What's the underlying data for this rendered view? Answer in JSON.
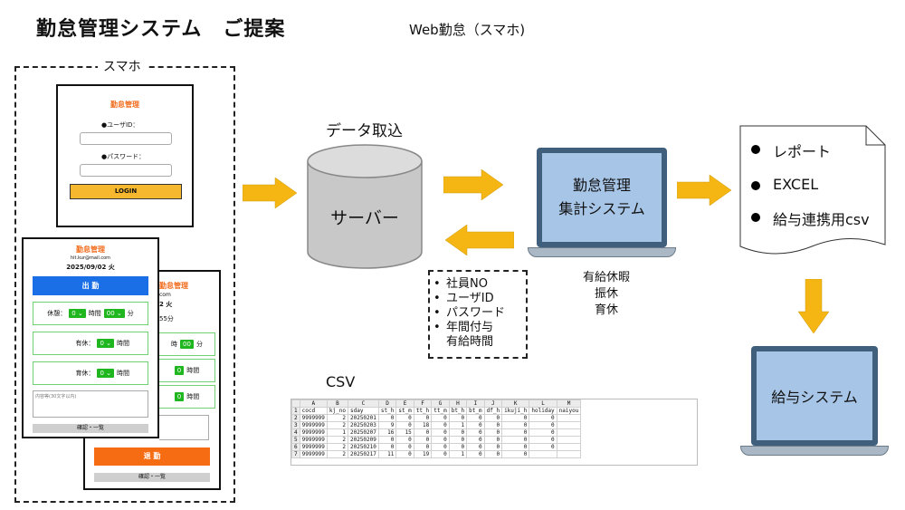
{
  "header": {
    "title": "勤怠管理システム　ご提案",
    "subtitle": "Web勤怠（スマホ)"
  },
  "smartphone": {
    "label": "スマホ",
    "login": {
      "app_title": "勤怠管理",
      "user_id_label": "●ユーザID：",
      "password_label": "●パスワード：",
      "login_button": "LOGIN"
    },
    "attendance": {
      "app_title": "勤怠管理",
      "email": "hit.kur@mail.com",
      "date": "2025/09/02 火",
      "clock_in": "出 勤",
      "break_label": "休憩：",
      "hour_value": "0",
      "hour_unit": "時間",
      "minute_value": "00",
      "minute_unit": "分",
      "paid_leave_label": "有休：",
      "childcare_leave_label": "育休：",
      "notes_placeholder": "内容等(30文字以内)",
      "confirm_button": "確認・一覧"
    },
    "back": {
      "app_title": "勤怠管理",
      "email_frag": "com",
      "date_frag": "2 火",
      "minute_frag": "55分",
      "value": "0",
      "hour_unit": "時",
      "hour_unit2": "時間",
      "minute_value": "00",
      "minute_unit": "分",
      "clock_out": "退 勤",
      "confirm_button": "確認・一覧"
    }
  },
  "server": {
    "caption": "データ取込",
    "label": "サーバー"
  },
  "import_items": [
    "社員NO",
    "ユーザID",
    "パスワード",
    "年間付与\n有給時間"
  ],
  "system": {
    "label": "勤怠管理\n集計システム",
    "notes": [
      "有給休暇",
      "振休",
      "育休"
    ]
  },
  "outputs": [
    "レポート",
    "EXCEL",
    "給与連携用csv"
  ],
  "payroll": {
    "label": "給与システム"
  },
  "csv": {
    "label": "CSV",
    "columns": [
      "A",
      "B",
      "C",
      "D",
      "E",
      "F",
      "G",
      "H",
      "I",
      "J",
      "K",
      "L",
      "M"
    ],
    "header_row": [
      "cocd",
      "kj_no",
      "sday",
      "st_h",
      "st_m",
      "tt_h",
      "tt_m",
      "bt_h",
      "bt_m",
      "df_h",
      "ikuji_h",
      "holiday",
      "naiyou"
    ],
    "rows": [
      [
        "9999999",
        "2",
        "20250201",
        "0",
        "0",
        "0",
        "0",
        "0",
        "0",
        "0",
        "0",
        "0",
        ""
      ],
      [
        "9999999",
        "2",
        "20250203",
        "9",
        "0",
        "18",
        "0",
        "1",
        "0",
        "0",
        "0",
        "0",
        ""
      ],
      [
        "9999999",
        "1",
        "20250207",
        "16",
        "15",
        "0",
        "0",
        "0",
        "0",
        "0",
        "0",
        "0",
        ""
      ],
      [
        "9999999",
        "2",
        "20250209",
        "0",
        "0",
        "0",
        "0",
        "0",
        "0",
        "0",
        "0",
        "0",
        ""
      ],
      [
        "9999999",
        "2",
        "20250210",
        "0",
        "0",
        "0",
        "0",
        "0",
        "0",
        "0",
        "0",
        "0",
        ""
      ],
      [
        "9999999",
        "2",
        "20250217",
        "11",
        "0",
        "19",
        "0",
        "1",
        "0",
        "0",
        "0",
        "",
        ""
      ]
    ]
  },
  "colors": {
    "arrow": "#f5b614",
    "screen": "#a7c5e6",
    "accent": "#f26c1d",
    "blue": "#1a6fe6",
    "green": "#1fb61f"
  }
}
